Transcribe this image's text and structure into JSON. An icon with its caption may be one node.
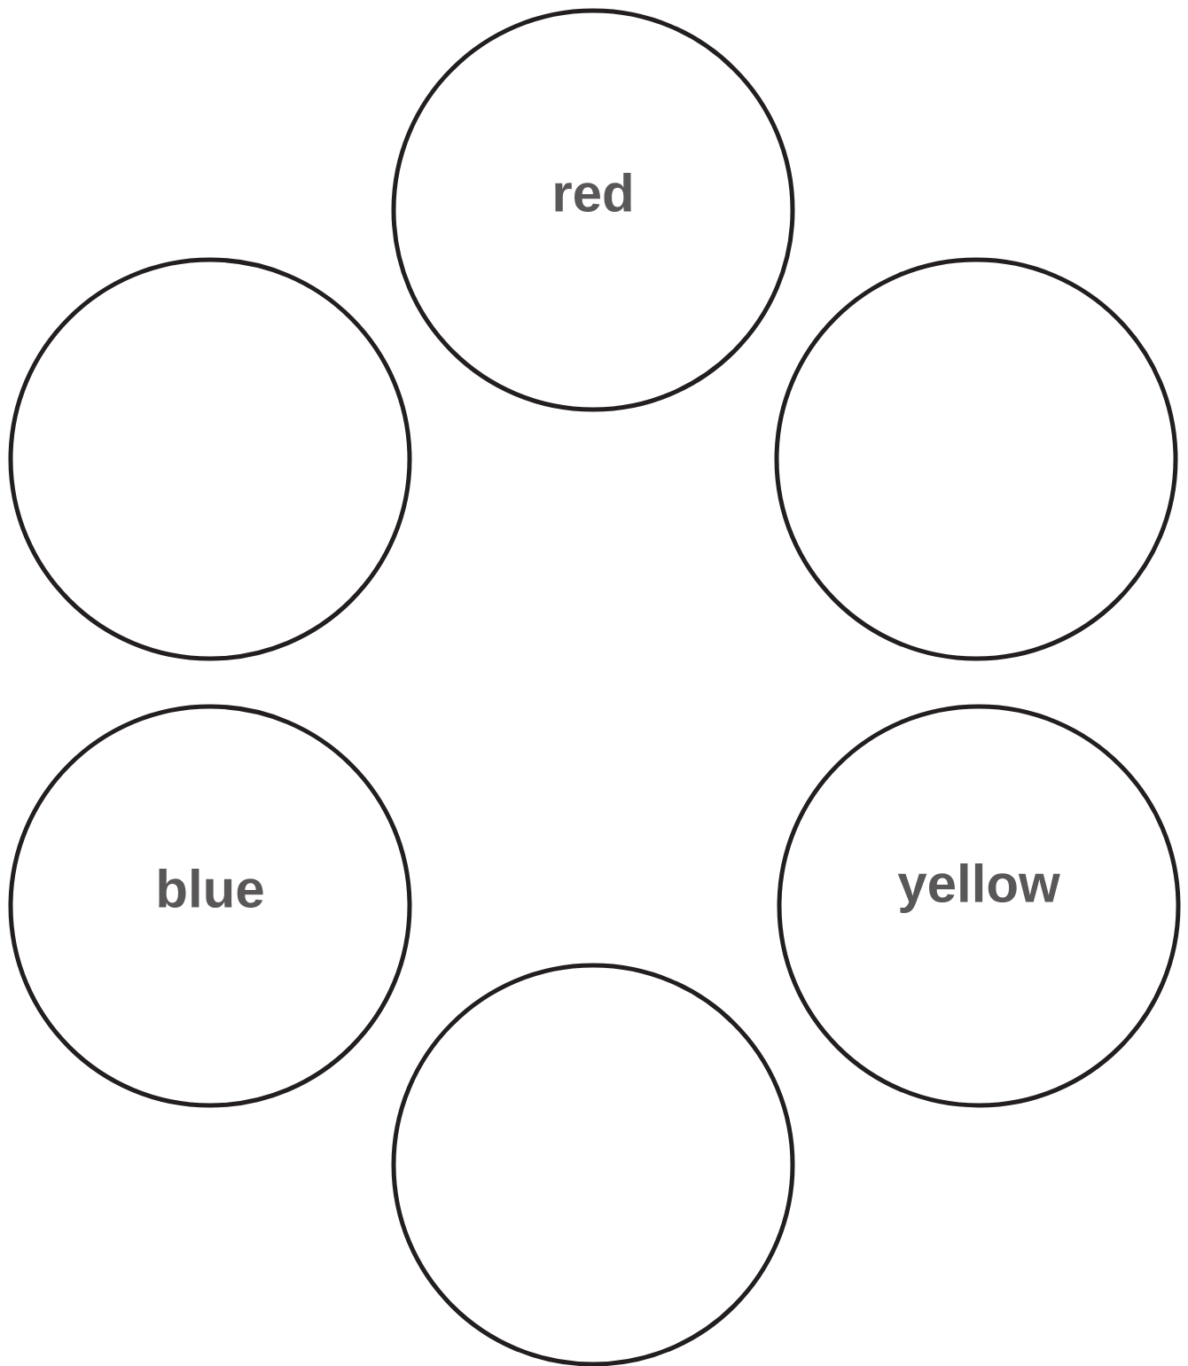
{
  "diagram": {
    "nodes": [
      {
        "text": [
          "red"
        ]
      },
      {
        "text": [],
        "shape": "circle"
      },
      {
        "text": [],
        "shape": "circle"
      },
      {
        "text": [
          "blue"
        ]
      },
      {
        "text": [
          "yellow"
        ]
      },
      {
        "text": [],
        "shape": "circle"
      }
    ]
  }
}
